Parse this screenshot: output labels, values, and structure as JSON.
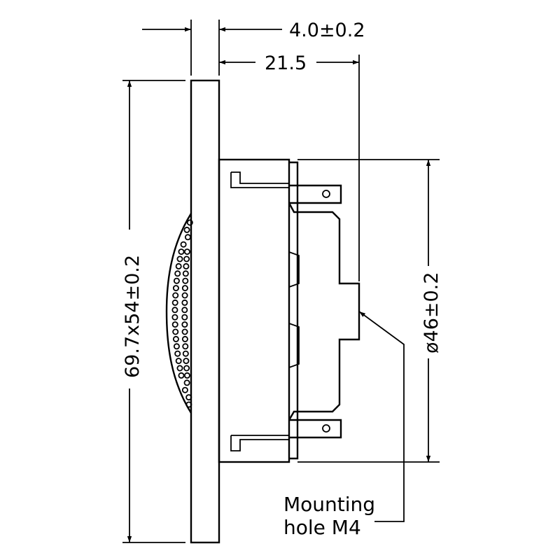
{
  "dimensions": {
    "flange_thickness": "4.0±0.2",
    "depth": "21.5",
    "flange_size": "69.7x54±0.2",
    "body_diameter": "ø46±0.2"
  },
  "callout": {
    "line1": "Mounting",
    "line2": "hole M4"
  }
}
